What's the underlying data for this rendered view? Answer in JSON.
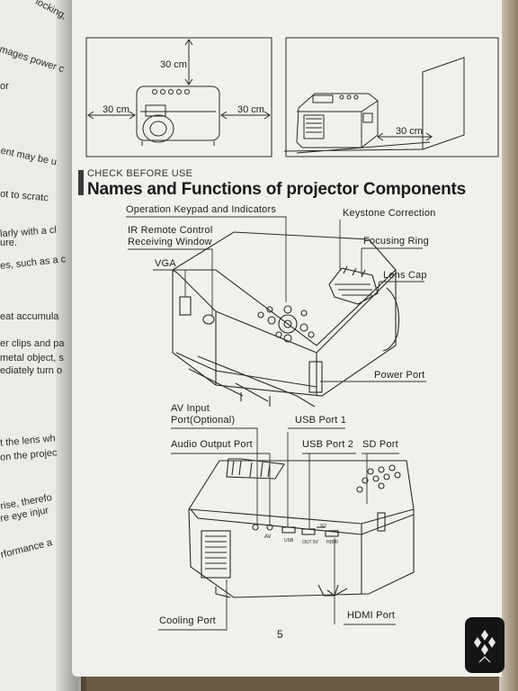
{
  "left_page": {
    "fragments": [
      "locking,",
      "mages power c",
      "or",
      "ent may be u",
      "ot to  scratc",
      "larly with a cl",
      "ure.",
      "es, such as a c",
      "eat accumula",
      "er clips and pa",
      "metal object, s",
      "ediately turn o",
      "t the lens wh",
      "on the projec",
      "rise, therefo",
      "re eye injur",
      "rformance a"
    ]
  },
  "clearance": {
    "top": "30 cm",
    "left": "30 cm",
    "right": "30 cm",
    "back": "30 cm"
  },
  "section": {
    "tag": "CHECK BEFORE USE",
    "title": "Names and Functions of projector Components"
  },
  "labels": {
    "keypad": "Operation Keypad and Indicators",
    "ir_line1": "IR Remote Control",
    "ir_line2": "Receiving Window",
    "vga": "VGA",
    "keystone": "Keystone Correction",
    "focus": "Focusing Ring",
    "lens_cap": "Lens Cap",
    "power_port": "Power Port",
    "av_line1": "AV Input",
    "av_line2": "Port(Optional)",
    "usb1": "USB Port 1",
    "audio": "Audio Output Port",
    "usb2": "USB Port 2",
    "sd": "SD Port",
    "cooling": "Cooling Port",
    "hdmi": "HDMI Port"
  },
  "port_marks": {
    "usb": "USB",
    "out5v": "OUT 5V",
    "hdmi": "HDMI",
    "sd": "SD",
    "av": "AV"
  },
  "page_number": "5"
}
